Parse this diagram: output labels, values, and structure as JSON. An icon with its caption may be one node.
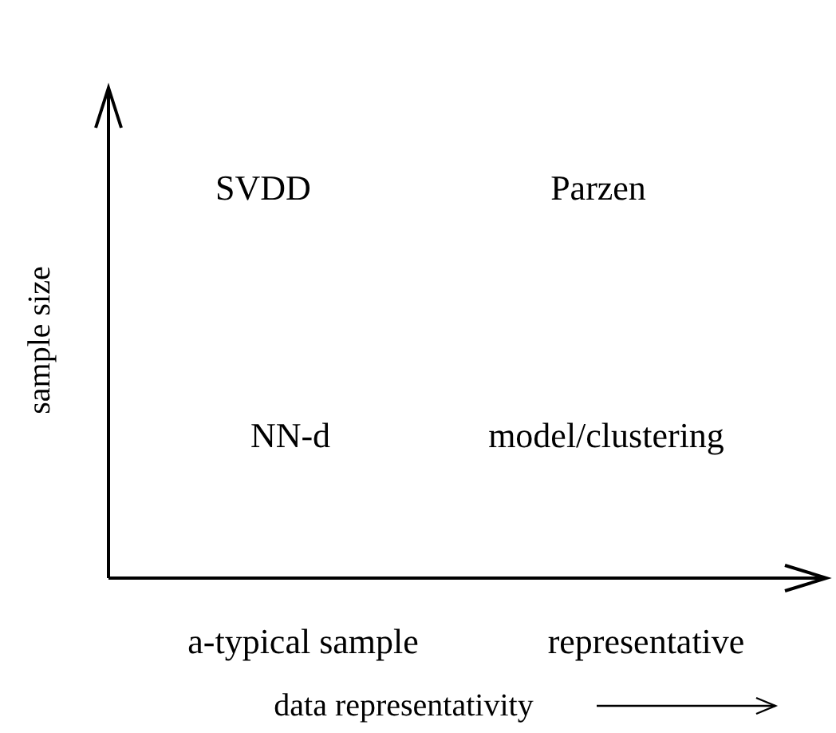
{
  "diagram": {
    "labels": [
      "SVDD",
      "Parzen",
      "NN-d",
      "model/clustering",
      "a-typical sample",
      "representative",
      "sample size",
      "data representativity"
    ]
  }
}
